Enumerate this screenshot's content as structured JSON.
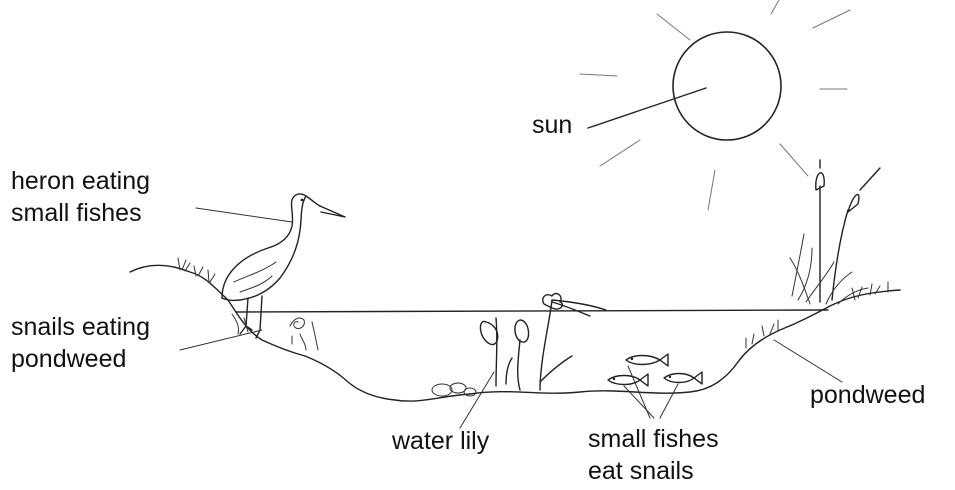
{
  "labels": {
    "sun": "sun",
    "heron_line1": "heron eating",
    "heron_line2": "small fishes",
    "snails_line1": "snails eating",
    "snails_line2": "pondweed",
    "water_lily": "water lily",
    "fishes_line1": "small fishes",
    "fishes_line2": "eat snails",
    "pondweed": "pondweed"
  }
}
